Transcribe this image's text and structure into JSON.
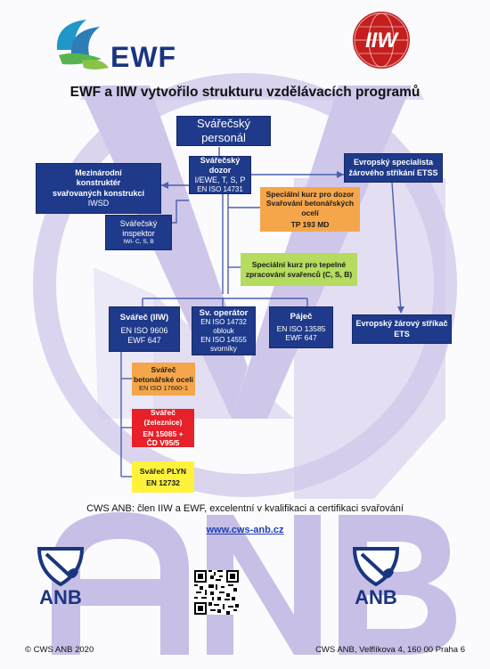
{
  "title": "EWF a IIW vytvořilo strukturu vzdělávacích programů",
  "logos": {
    "ewf_text": "EWF",
    "iiw_text": "IIW",
    "anb_text": "ANB"
  },
  "boxes": {
    "personal": "Svářečský personál",
    "dozor": {
      "l1": "Svářečský dozor",
      "l2": "I/EWE, T, S, P",
      "l3": "EN ISO 14731"
    },
    "imk": {
      "l1": "Mezinárodní",
      "l2": "konstruktér",
      "l3": "svařovaných konstrukcí",
      "l4": "IWSD"
    },
    "inspektor": {
      "l1": "Svářečský",
      "l2": "inspektor",
      "l3": "IWI- C, S, B"
    },
    "ets_spec": {
      "l1": "Evropský specialista",
      "l2": "žárového stříkání ETSS"
    },
    "kurz_dozor": {
      "l1": "Speciální kurz pro dozor",
      "l2": "Svařování betonářských",
      "l3": "ocelí",
      "l4": "TP 193 MD"
    },
    "kurz_tepelne": {
      "l1": "Speciální kurz pro tepelné",
      "l2": "zpracování svařenců (C, S, B)"
    },
    "svarec_iiw": {
      "l1": "Svářeč (IIW)",
      "l2": "EN ISO 9606",
      "l3": "EWF 647"
    },
    "operator": {
      "l1": "Sv. operátor",
      "l2": "EN ISO 14732",
      "l3": "oblouk",
      "l4": "EN ISO 14555",
      "l5": "svorníky"
    },
    "pajec": {
      "l1": "Páječ",
      "l2": "EN ISO 13585",
      "l3": "EWF 647"
    },
    "ets_strikac": {
      "l1": "Evropský žárový stříkač",
      "l2": "ETS"
    },
    "beton": {
      "l1": "Svářeč",
      "l2": "betonářské oceli",
      "l3": "EN ISO 17660-1"
    },
    "zeleznice": {
      "l1": "Svářeč (železnice)",
      "l2": "EN 15085 +",
      "l3": "ČD V95/5"
    },
    "plyn": {
      "l1": "Svářeč PLYN",
      "l2": "EN 12732"
    }
  },
  "footer": {
    "tagline": "CWS ANB: člen IIW a EWF, excelentní v kvalifikaci a certifikaci svařování",
    "url": "www.cws-anb.cz",
    "copyright": "© CWS ANB 2020",
    "address": "CWS ANB, Velflíkova 4, 160 00 Praha 6"
  },
  "colors": {
    "navy": "#1f3a8a",
    "orange": "#f5a64a",
    "green": "#b5dc5e",
    "red": "#e8202a",
    "yellow": "#fff23a",
    "watermark": "#c8c0e6",
    "link": "#1f3fb0"
  }
}
